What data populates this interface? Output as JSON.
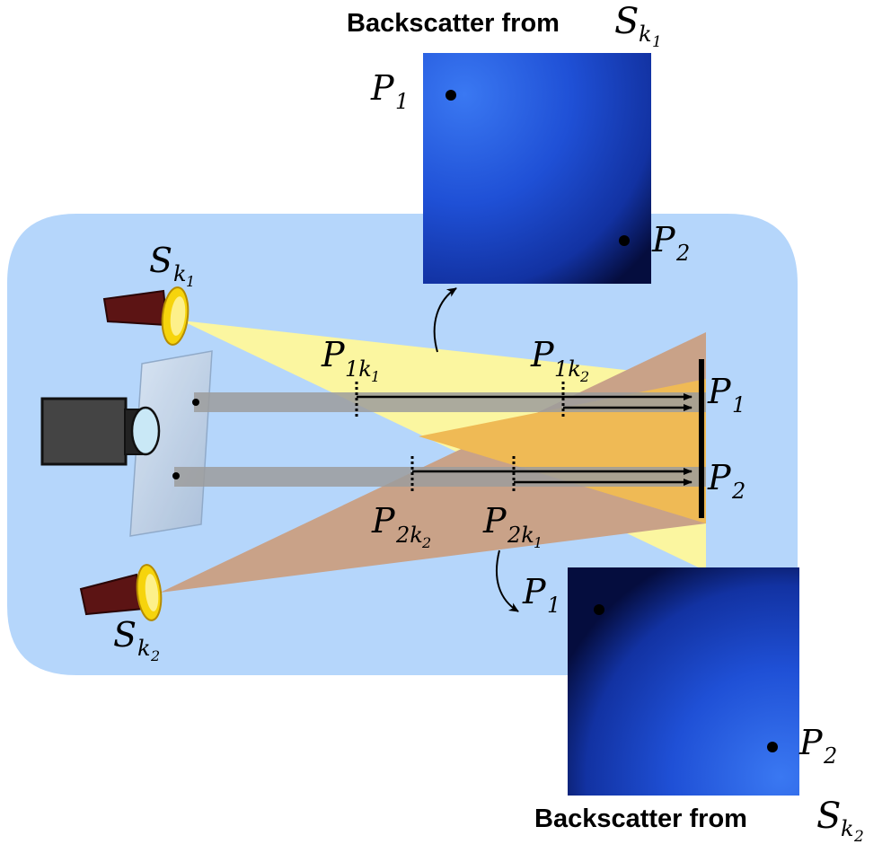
{
  "titles": {
    "top": {
      "text": "Backscatter from",
      "sym": "S",
      "sub": "k",
      "subsub": "1"
    },
    "bottom": {
      "text": "Backscatter from",
      "sym": "S",
      "sub": "k",
      "subsub": "2"
    }
  },
  "labels": {
    "source_top": {
      "sym": "S",
      "sub": "k",
      "subsub": "1"
    },
    "source_bottom": {
      "sym": "S",
      "sub": "k",
      "subsub": "2"
    },
    "p1k1": {
      "sym": "P",
      "sub": "1k",
      "subsub": "1"
    },
    "p1k2": {
      "sym": "P",
      "sub": "1k",
      "subsub": "2"
    },
    "p2k2": {
      "sym": "P",
      "sub": "2k",
      "subsub": "2"
    },
    "p2k1": {
      "sym": "P",
      "sub": "2k",
      "subsub": "1"
    },
    "target_p1": {
      "sym": "P",
      "sub": "1"
    },
    "target_p2": {
      "sym": "P",
      "sub": "2"
    },
    "img_top_p1": {
      "sym": "P",
      "sub": "1"
    },
    "img_top_p2": {
      "sym": "P",
      "sub": "2"
    },
    "img_bottom_p1": {
      "sym": "P",
      "sub": "1"
    },
    "img_bottom_p2": {
      "sym": "P",
      "sub": "2"
    }
  },
  "colors": {
    "background_panel": "#b5d6fb",
    "beam_yellow": "#fbf6a0",
    "beam_brown": "#c9a288",
    "overlap_orange": "#efba55",
    "ray_gray": "#9c9c9c",
    "flashlight_body": "#5c1414",
    "flashlight_lens": "#f6d40c",
    "camera_body": "#444444",
    "camera_lens": "#c9e8f6",
    "glass": "#c4d3e6",
    "image_blue": "#1c48d2"
  },
  "icons": {
    "camera": "camera-icon",
    "flashlight_top": "flashlight-icon",
    "flashlight_bottom": "flashlight-icon",
    "glass_port": "glass-plate-icon"
  }
}
